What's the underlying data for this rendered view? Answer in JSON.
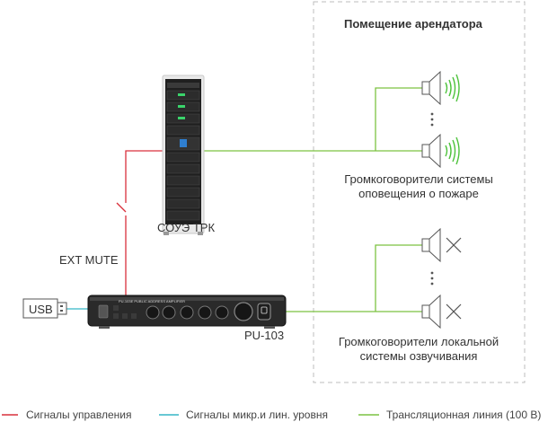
{
  "room": {
    "title": "Помещение арендатора"
  },
  "devices": {
    "rack": {
      "label": "СОУЭ ТРК"
    },
    "amplifier": {
      "label": "PU-103",
      "panel_text": "PU-103E PUBLIC ADDRESS AMPLIFIER"
    },
    "usb": {
      "label": "USB"
    }
  },
  "signals": {
    "ext_mute": "EXT MUTE"
  },
  "speaker_groups": [
    {
      "label_line1": "Громкоговорители системы",
      "label_line2": "оповещения о пожаре",
      "state": "sound"
    },
    {
      "label_line1": "Громкоговорители локальной",
      "label_line2": "системы озвучивания",
      "state": "muted"
    }
  ],
  "legend": [
    {
      "label": "Сигналы управления",
      "color": "#d9303c"
    },
    {
      "label": "Сигналы микр.и лин. уровня",
      "color": "#35b6c6"
    },
    {
      "label": "Трансляционная линия (100 В)",
      "color": "#7cc242"
    }
  ],
  "colors": {
    "control": "#d9303c",
    "line_level": "#35b6c6",
    "broadcast": "#7cc242",
    "room_border": "#bdbdbd"
  }
}
